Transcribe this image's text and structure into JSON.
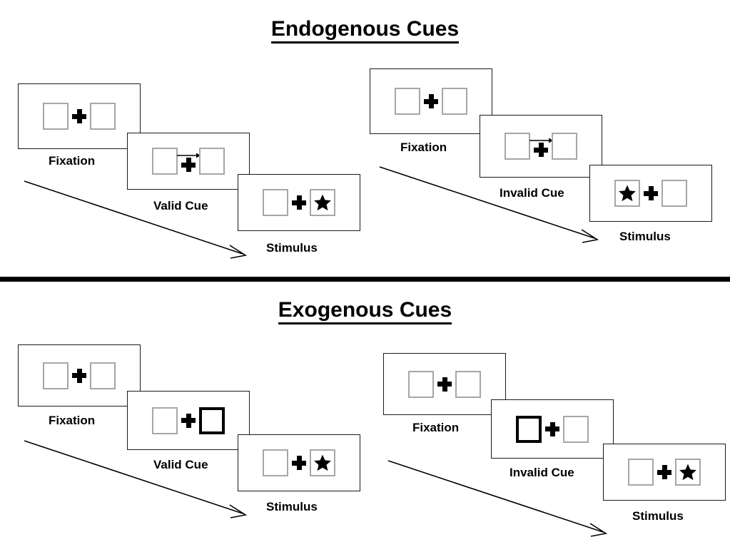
{
  "figure": {
    "title_top": "Endogenous Cues",
    "title_bottom": "Exogenous Cues",
    "background_color": "#ffffff",
    "line_color": "#1a1a1a",
    "slot_border_color": "#a6a6a6",
    "cued_border_color": "#000000",
    "divider_color": "#000000"
  },
  "sections": [
    {
      "id": "endogenous",
      "title": "Endogenous Cues",
      "columns": [
        {
          "id": "endogenous-valid",
          "frames": [
            {
              "label": "Fixation",
              "cue_type": "none",
              "arrow_direction": "",
              "cued_side": "",
              "target_side": ""
            },
            {
              "label": "Valid Cue",
              "cue_type": "arrow",
              "arrow_direction": "right",
              "cued_side": "right",
              "target_side": ""
            },
            {
              "label": "Stimulus",
              "cue_type": "none",
              "arrow_direction": "",
              "cued_side": "",
              "target_side": "right"
            }
          ]
        },
        {
          "id": "endogenous-invalid",
          "frames": [
            {
              "label": "Fixation",
              "cue_type": "none",
              "arrow_direction": "",
              "cued_side": "",
              "target_side": ""
            },
            {
              "label": "Invalid Cue",
              "cue_type": "arrow",
              "arrow_direction": "right",
              "cued_side": "right",
              "target_side": ""
            },
            {
              "label": "Stimulus",
              "cue_type": "none",
              "arrow_direction": "",
              "cued_side": "",
              "target_side": "left"
            }
          ]
        }
      ]
    },
    {
      "id": "exogenous",
      "title": "Exogenous Cues",
      "columns": [
        {
          "id": "exogenous-valid",
          "frames": [
            {
              "label": "Fixation",
              "cue_type": "none",
              "arrow_direction": "",
              "cued_side": "",
              "target_side": ""
            },
            {
              "label": "Valid Cue",
              "cue_type": "box",
              "arrow_direction": "",
              "cued_side": "right",
              "target_side": ""
            },
            {
              "label": "Stimulus",
              "cue_type": "none",
              "arrow_direction": "",
              "cued_side": "",
              "target_side": "right"
            }
          ]
        },
        {
          "id": "exogenous-invalid",
          "frames": [
            {
              "label": "Fixation",
              "cue_type": "none",
              "arrow_direction": "",
              "cued_side": "",
              "target_side": ""
            },
            {
              "label": "Invalid Cue",
              "cue_type": "box",
              "arrow_direction": "",
              "cued_side": "left",
              "target_side": ""
            },
            {
              "label": "Stimulus",
              "cue_type": "none",
              "arrow_direction": "",
              "cued_side": "",
              "target_side": "right"
            }
          ]
        }
      ]
    }
  ],
  "icons": {
    "cue_arrow": "right-arrow-icon",
    "fixation_cross": "plus-cross-icon",
    "target": "star-icon",
    "timeline": "diagonal-time-arrow-icon"
  }
}
